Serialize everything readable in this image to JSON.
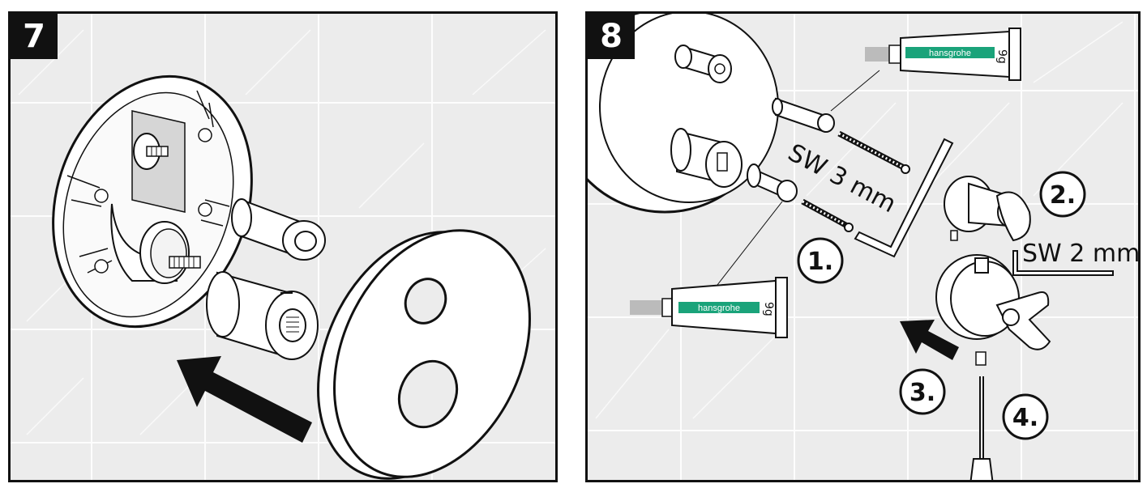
{
  "steps": [
    {
      "number": "7"
    },
    {
      "number": "8"
    }
  ],
  "callouts": {
    "c1": "1.",
    "c2": "2.",
    "c3": "3.",
    "c4": "4."
  },
  "tools": {
    "hex_key_large": "SW 3 mm",
    "hex_key_small": "SW 2 mm"
  },
  "grease_tube": {
    "brand": "hansgrohe",
    "weight": "9g"
  },
  "colors": {
    "frame": "#111111",
    "tile": "#ececec",
    "brand_band": "#1aa37a"
  }
}
